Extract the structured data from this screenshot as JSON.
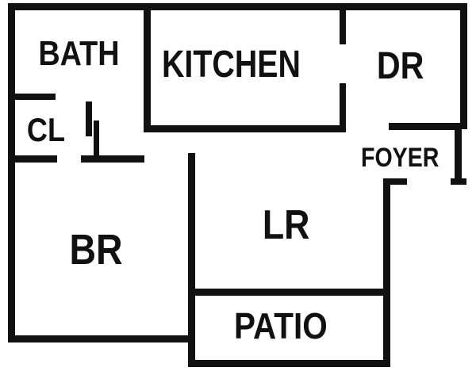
{
  "plan": {
    "rooms": {
      "bath": "BATH",
      "kitchen": "KITCHEN",
      "dining_room": "DR",
      "closet": "CL",
      "foyer": "FOYER",
      "living_room": "LR",
      "bedroom": "BR",
      "patio": "PATIO"
    },
    "colors": {
      "wall": "#111111",
      "background": "#ffffff",
      "text": "#111111"
    }
  }
}
